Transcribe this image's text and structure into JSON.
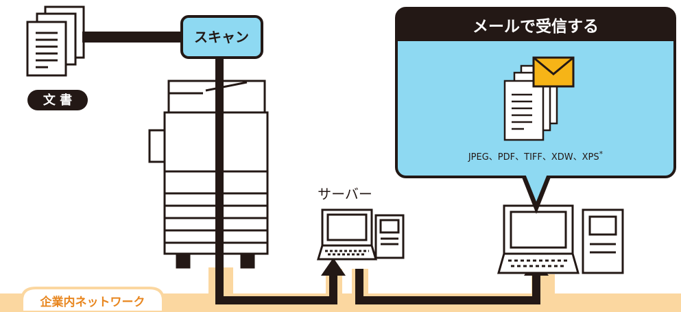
{
  "labels": {
    "document": "文 書",
    "scan": "スキャン",
    "server": "サーバー",
    "callout_title": "メールで受信する",
    "formats": "JPEG、PDF、TIFF、XDW、XPS",
    "formats_mark": "*",
    "network": "企業内ネットワーク"
  },
  "colors": {
    "black": "#231815",
    "cyan": "#8ed9f2",
    "network_tan": "#fbd7a0",
    "network_label": "#e8861f",
    "envelope": "#f6b417",
    "badge": "#231815"
  }
}
